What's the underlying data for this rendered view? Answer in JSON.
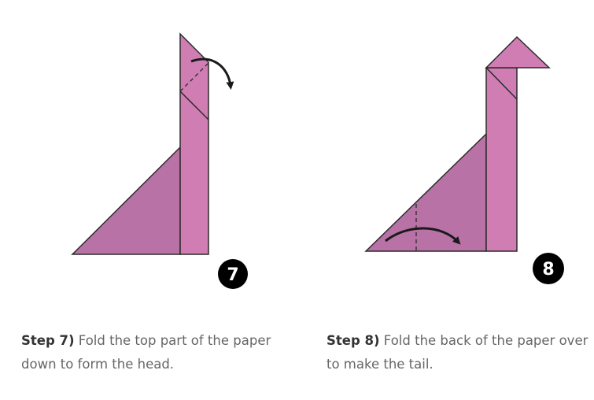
{
  "steps": [
    {
      "number": "7",
      "label": "Step 7)",
      "text": "Fold the top part of the paper down to form the head."
    },
    {
      "number": "8",
      "label": "Step 8)",
      "text": "Fold the back of the paper over to make the tail."
    }
  ],
  "colors": {
    "paper_dark": "#b872a6",
    "paper_light": "#cf7db3",
    "outline": "#2b2b2b",
    "badge": "#000000"
  }
}
